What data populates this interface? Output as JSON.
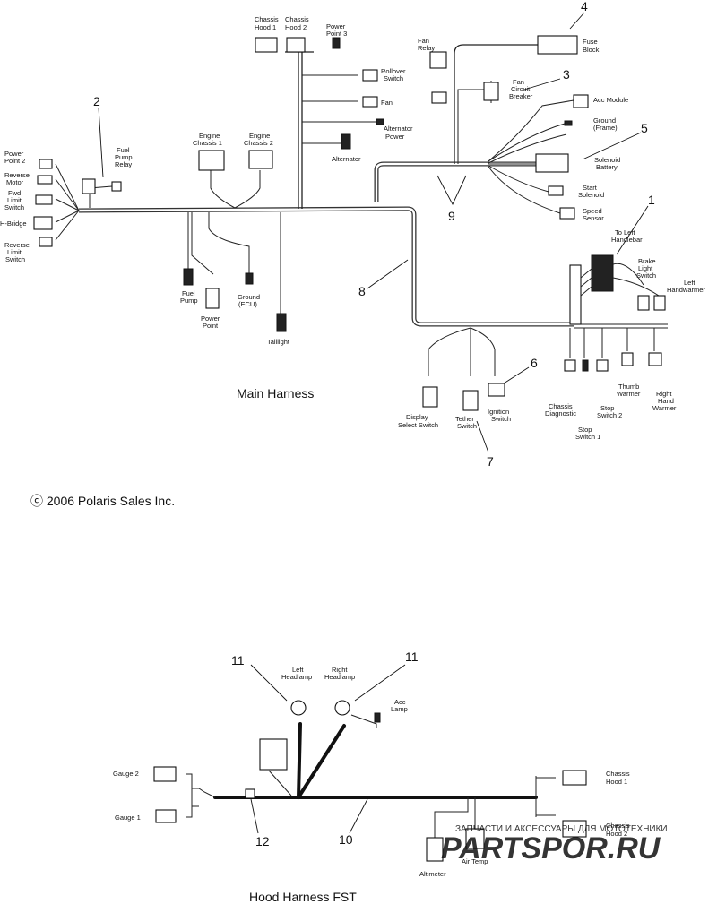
{
  "main": {
    "title": "Main Harness",
    "copyright": "ⓒ 2006 Polaris Sales Inc.",
    "callouts": [
      "1",
      "2",
      "3",
      "4",
      "5",
      "6",
      "7",
      "8",
      "9"
    ],
    "labels": {
      "chassis_hood_1_a": "Chassis",
      "chassis_hood_1_b": "Hood 1",
      "chassis_hood_2_a": "Chassis",
      "chassis_hood_2_b": "Hood 2",
      "power_point_3_a": "Power",
      "power_point_3_b": "Point 3",
      "fan_relay_a": "Fan",
      "fan_relay_b": "Relay",
      "fuse_block_a": "Fuse",
      "fuse_block_b": "Block",
      "rollover_a": "Rollover",
      "rollover_b": "Switch",
      "fan": "Fan",
      "fan_cb_a": "Fan",
      "fan_cb_b": "Circuit",
      "fan_cb_c": "Breaker",
      "acc_module": "Acc Module",
      "ground_frame_a": "Ground",
      "ground_frame_b": "(Frame)",
      "alt_power_a": "Alternator",
      "alt_power_b": "Power",
      "alternator": "Alternator",
      "solenoid_a": "Solenoid",
      "solenoid_b": "Battery",
      "start_solenoid_a": "Start",
      "start_solenoid_b": "Solenoid",
      "speed_sensor_a": "Speed",
      "speed_sensor_b": "Sensor",
      "engine_chassis_1_a": "Engine",
      "engine_chassis_1_b": "Chassis 1",
      "engine_chassis_2_a": "Engine",
      "engine_chassis_2_b": "Chassis 2",
      "fuel_pump_relay_a": "Fuel",
      "fuel_pump_relay_b": "Pump",
      "fuel_pump_relay_c": "Relay",
      "power_point_2_a": "Power",
      "power_point_2_b": "Point 2",
      "reverse_motor_a": "Reverse",
      "reverse_motor_b": "Motor",
      "fwd_limit_a": "Fwd",
      "fwd_limit_b": "Limit",
      "fwd_limit_c": "Switch",
      "h_bridge": "H-Bridge",
      "rev_limit_a": "Reverse",
      "rev_limit_b": "Limit",
      "rev_limit_c": "Switch",
      "fuel_pump_a": "Fuel",
      "fuel_pump_b": "Pump",
      "power_point_a": "Power",
      "power_point_b": "Point",
      "ground_ecu_a": "Ground",
      "ground_ecu_b": "(ECU)",
      "taillight": "Taillight",
      "to_left_hb_a": "To Left",
      "to_left_hb_b": "Handlebar",
      "brake_light_a": "Brake",
      "brake_light_b": "Light",
      "brake_light_c": "Switch",
      "left_hw_a": "Left",
      "left_hw_b": "Handwarmer",
      "display_a": "Display",
      "display_b": "Select Switch",
      "tether_a": "Tether",
      "tether_b": "Switch",
      "ignition_a": "Ignition",
      "ignition_b": "Switch",
      "chassis_diag_a": "Chassis",
      "chassis_diag_b": "Diagnostic",
      "stop_switch_1_a": "Stop",
      "stop_switch_1_b": "Switch 1",
      "stop_switch_2_a": "Stop",
      "stop_switch_2_b": "Switch 2",
      "thumb_warmer_a": "Thumb",
      "thumb_warmer_b": "Warmer",
      "right_hw_a": "Right",
      "right_hw_b": "Hand",
      "right_hw_c": "Warmer"
    }
  },
  "hood": {
    "title": "Hood Harness  FST",
    "callouts": [
      "10",
      "11",
      "11",
      "12"
    ],
    "labels": {
      "left_headlamp_a": "Left",
      "left_headlamp_b": "Headlamp",
      "right_headlamp_a": "Right",
      "right_headlamp_b": "Headlamp",
      "acc_lamp_a": "Acc",
      "acc_lamp_b": "Lamp",
      "gauge_2": "Gauge 2",
      "gauge_1": "Gauge 1",
      "chassis_hood_1_a": "Chassis",
      "chassis_hood_1_b": "Hood 1",
      "chassis_hood_2_a": "Chassis",
      "chassis_hood_2_b": "Hood 2",
      "altimeter": "Altimeter",
      "air_temp": "Air Temp"
    }
  },
  "watermark": {
    "tagline": "ЗАПЧАСТИ И АКСЕССУАРЫ ДЛЯ МОТОТЕХНИКИ",
    "logo_text": "PARTSPOR.RU",
    "color": "#d32f2f"
  }
}
